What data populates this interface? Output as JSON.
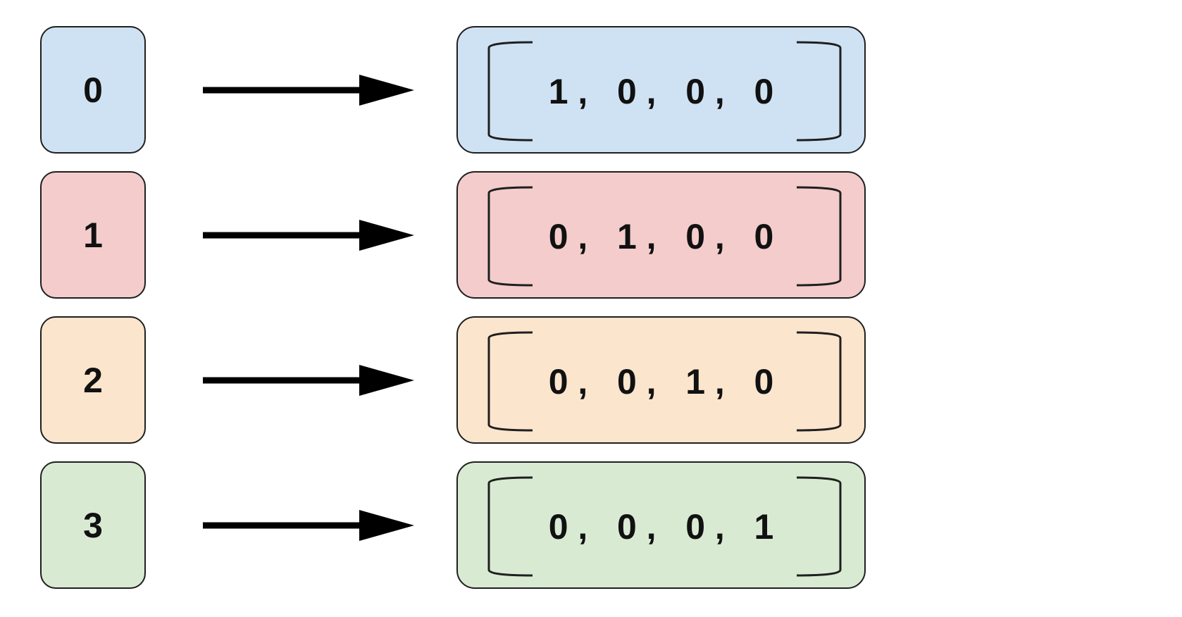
{
  "colors": {
    "row0": "#cfe2f3",
    "row1": "#f4cccc",
    "row2": "#fce5cd",
    "row3": "#d9ead3",
    "stroke": "#1f1f1f",
    "arrow": "#000000"
  },
  "rows": [
    {
      "index": "0",
      "vector": "1 ,   0 ,   0 ,   0"
    },
    {
      "index": "1",
      "vector": "0 ,   1 ,   0 ,   0"
    },
    {
      "index": "2",
      "vector": "0 ,   0 ,   1 ,   0"
    },
    {
      "index": "3",
      "vector": "0 ,   0 ,   0 ,   1"
    }
  ]
}
